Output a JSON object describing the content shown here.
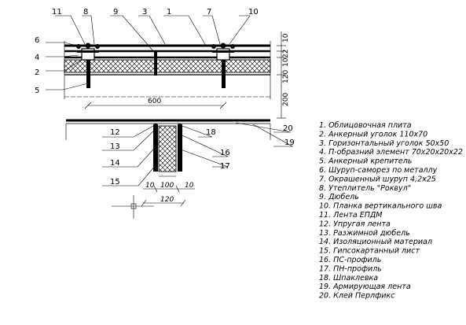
{
  "callouts": {
    "n1": "1",
    "n2": "2",
    "n3": "3",
    "n4": "4",
    "n5": "5",
    "n6": "6",
    "n7": "7",
    "n8": "8",
    "n9": "9",
    "n10": "10",
    "n11": "11",
    "n12": "12",
    "n13": "13",
    "n14": "14",
    "n15": "15",
    "n16": "16",
    "n17": "17",
    "n18": "18",
    "n19": "19",
    "n20": "20"
  },
  "dimensions": {
    "span_600": "600",
    "right_10_top": "10",
    "right_22": "22",
    "right_10_bottom": "10",
    "right_120": "120",
    "right_200": "200",
    "bottom_10_left": "10",
    "bottom_100": "100",
    "bottom_10_right": "10",
    "bottom_120": "120"
  },
  "legend": [
    "1.  Облицовочная плита",
    "2.  Анкерный уголок 110х70",
    "3.  Горизонтальный уголок 50х50",
    "4.  П-образний элемент 70х20х20х22",
    "5.  Анкерный крепитель",
    "6.  Шуруп-саморез по металлу",
    "7.  Окрашенный шуруп 4,2х25",
    "8.  Утеплитель \"Роквул\"",
    "9.  Дюбель",
    "10.  Планка вертикального шва",
    "11.  Лента ЕПДМ",
    "12.  Упругая лента",
    "13.  Разжимной дюбель",
    "14.  Изоляционный материал",
    "15.  Гипсокартанный лист",
    "16.  ПС-профиль",
    "17.  ПН-профиль",
    "18.  Шпаклевка",
    "19.  Армирующая лента",
    "20.  Клей Перлфикс"
  ]
}
